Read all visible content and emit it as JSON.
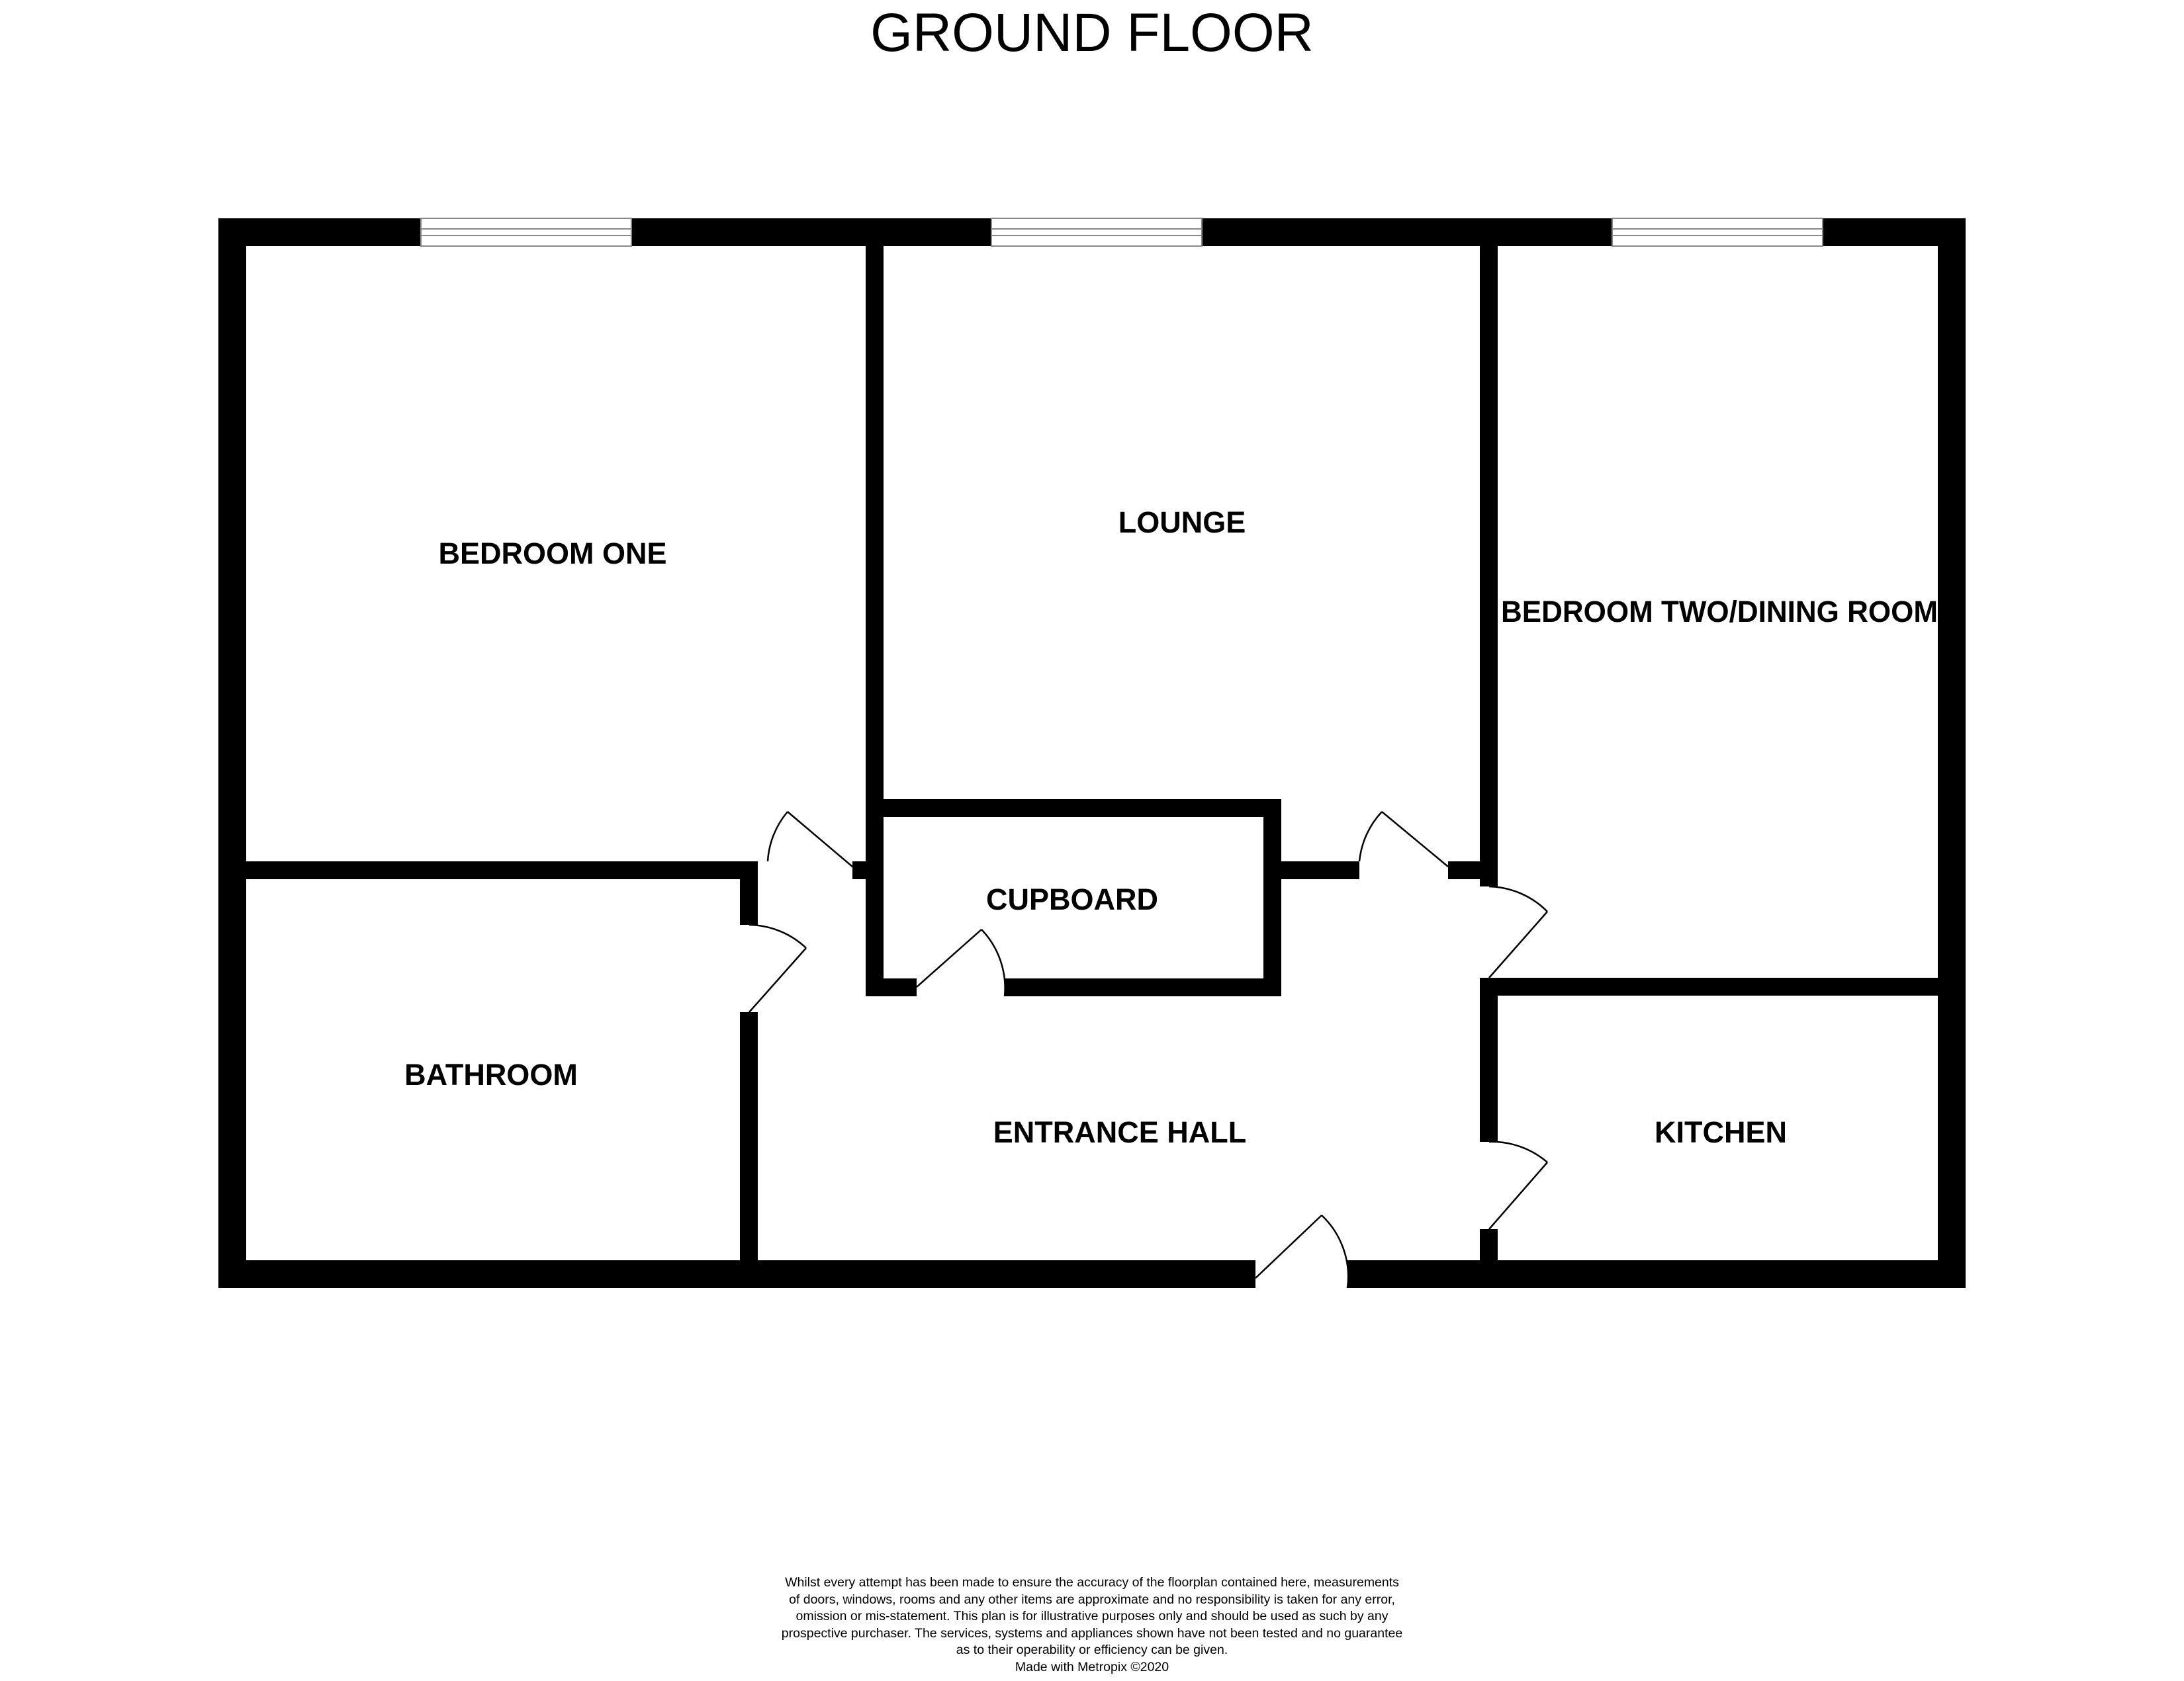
{
  "title": "GROUND FLOOR",
  "rooms": {
    "bedroom_one": "BEDROOM ONE",
    "lounge": "LOUNGE",
    "bedroom_two": "BEDROOM TWO/DINING ROOM",
    "cupboard": "CUPBOARD",
    "bathroom": "BATHROOM",
    "entrance_hall": "ENTRANCE HALL",
    "kitchen": "KITCHEN"
  },
  "disclaimer": {
    "line1": "Whilst every attempt has been made to ensure the accuracy of the floorplan contained here, measurements",
    "line2": "of doors, windows, rooms and any other items are approximate and no responsibility is taken for any error,",
    "line3": "omission or mis-statement. This plan is for illustrative purposes only and should be used as such by any",
    "line4": "prospective purchaser. The services, systems and appliances shown have not been tested and no guarantee",
    "line5": "as to their operability or efficiency can be given.",
    "line6": "Made with Metropix ©2020"
  },
  "colors": {
    "wall": "#000000",
    "background": "#ffffff",
    "window_frame": "#888888"
  }
}
